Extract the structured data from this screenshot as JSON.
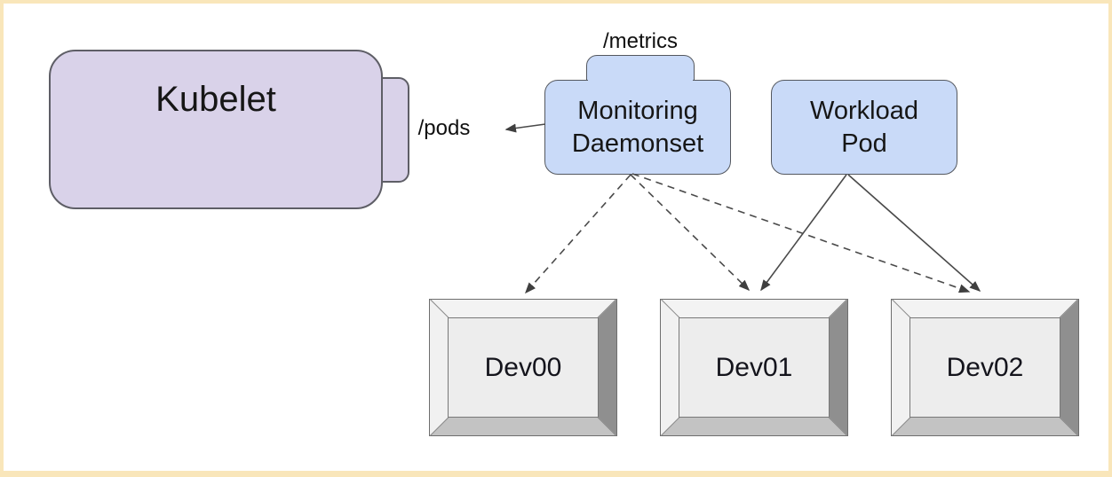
{
  "diagram": {
    "frame_color": "#f9e6ba",
    "background": "#ffffff"
  },
  "nodes": {
    "kubelet": {
      "label": "Kubelet",
      "fill": "#d9d2e9",
      "shape": "rounded-rect-with-secondary"
    },
    "monitoring": {
      "label": "Monitoring\nDaemonset",
      "fill": "#c9daf8",
      "shape": "rounded-rect-with-top-tab"
    },
    "workload": {
      "label": "Workload\nPod",
      "fill": "#c9daf8",
      "shape": "rounded-rect"
    }
  },
  "labels": {
    "metrics": "/metrics",
    "pods": "/pods"
  },
  "devices": [
    {
      "label": "Dev00"
    },
    {
      "label": "Dev01"
    },
    {
      "label": "Dev02"
    }
  ],
  "edges": [
    {
      "from": "monitoring-daemonset",
      "to": "kubelet",
      "style": "solid",
      "label": "/pods"
    },
    {
      "from": "monitoring-daemonset",
      "to": "dev00",
      "style": "dashed",
      "label": ""
    },
    {
      "from": "monitoring-daemonset",
      "to": "dev01",
      "style": "dashed",
      "label": ""
    },
    {
      "from": "monitoring-daemonset",
      "to": "dev02",
      "style": "dashed",
      "label": ""
    },
    {
      "from": "workload-pod",
      "to": "dev01",
      "style": "solid",
      "label": ""
    },
    {
      "from": "workload-pod",
      "to": "dev02",
      "style": "solid",
      "label": ""
    }
  ]
}
